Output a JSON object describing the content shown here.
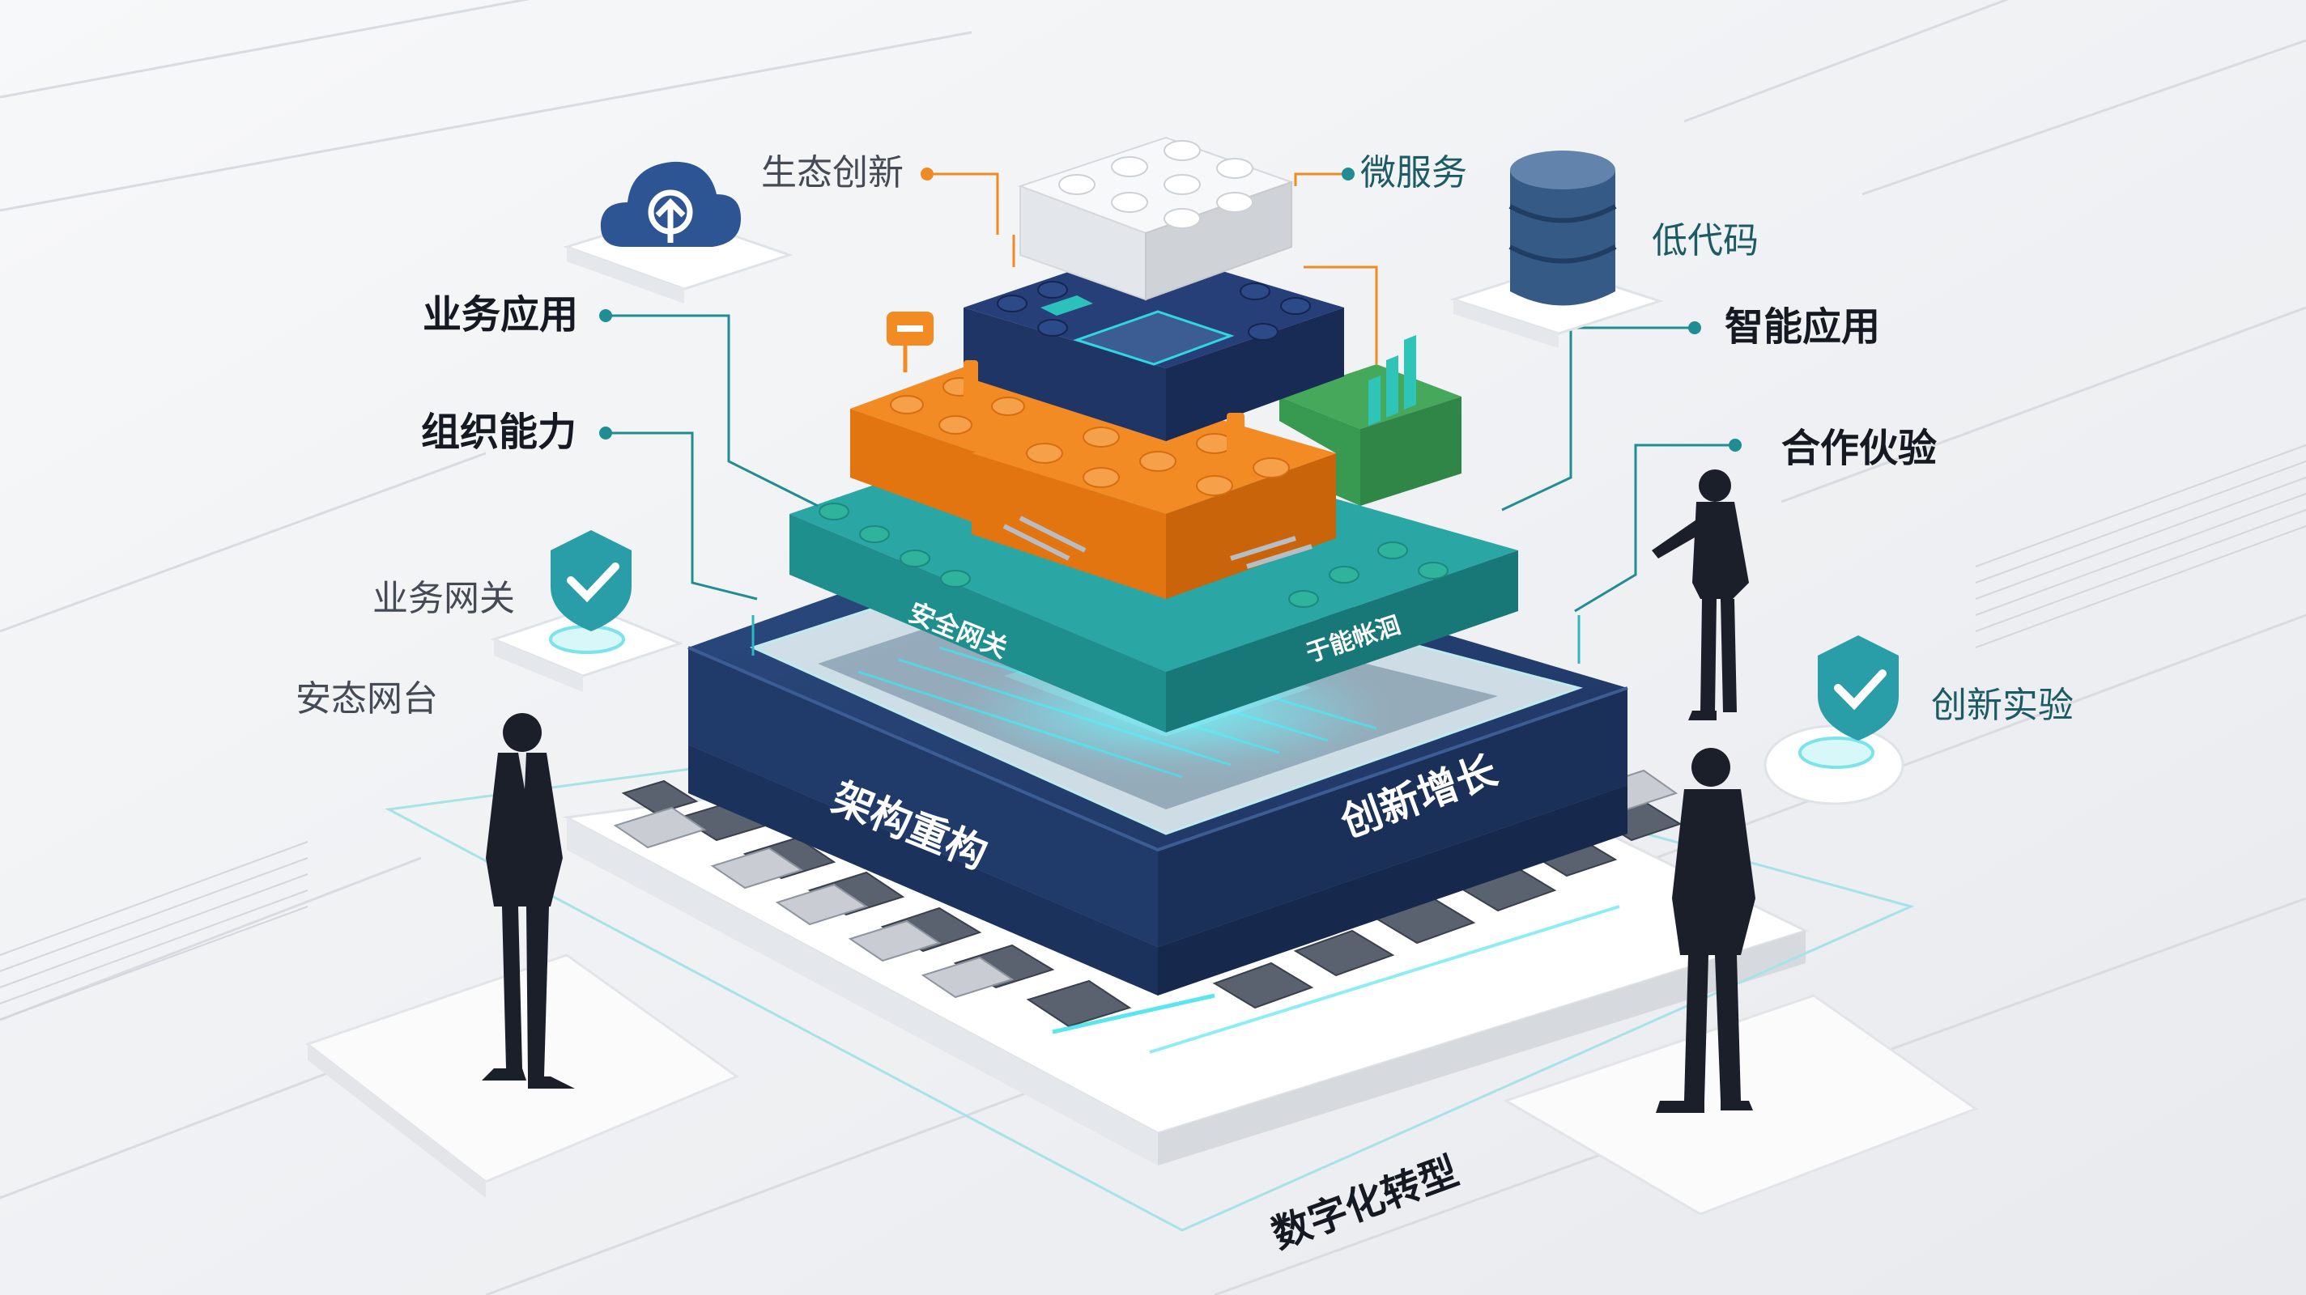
{
  "labels": {
    "ecosystem_innovation": "生态创新",
    "microservices": "微服务",
    "low_code": "低代码",
    "business_apps": "业务应用",
    "smart_apps": "智能应用",
    "org_capability": "组织能力",
    "partner_experience": "合作伙验",
    "business_gateway": "业务网关",
    "secure_platform": "安态网台",
    "innovation_lab": "创新实验"
  },
  "platform": {
    "left_face": "架构重构",
    "right_face": "创新增长",
    "teal_left": "安全网关",
    "teal_right": "于能帐洄"
  },
  "footer": {
    "caption": "数字化转型"
  },
  "colors": {
    "navy": "#1f3666",
    "teal": "#23999a",
    "orange": "#f08a25",
    "green": "#3f9e55",
    "accent_cyan": "#2ee6ee"
  },
  "icons": [
    "cloud-upload-icon",
    "database-icon",
    "shield-check-icon",
    "lego-block-icon"
  ]
}
